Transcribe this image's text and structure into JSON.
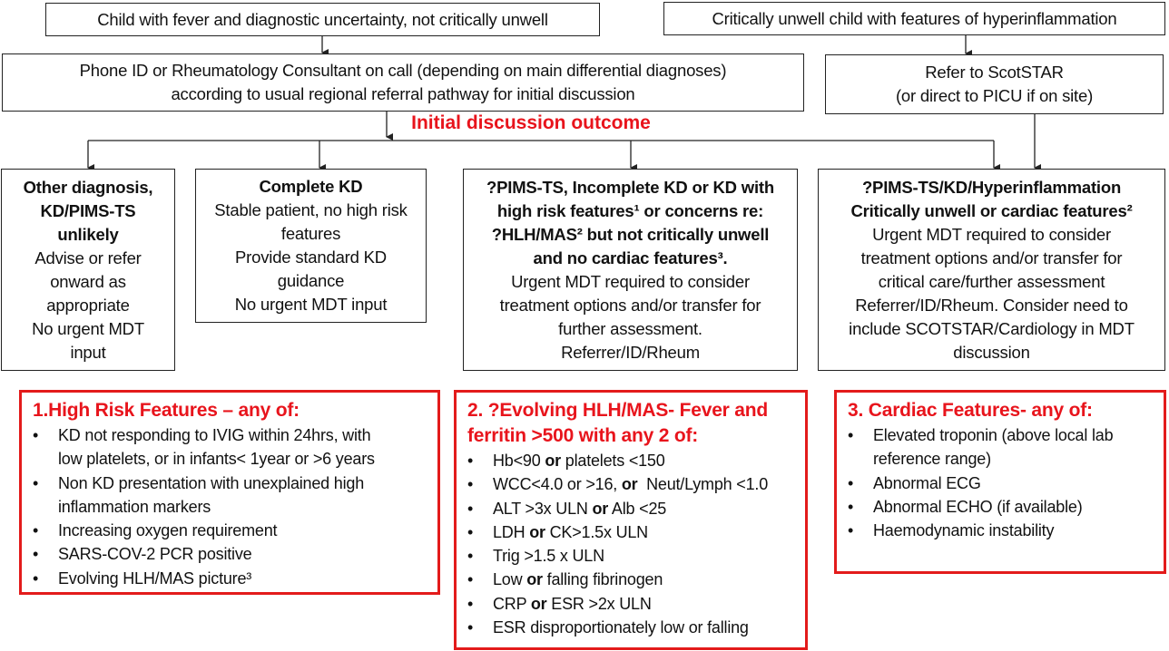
{
  "top_left": {
    "lines": [
      {
        "t": "Child with fever and diagnostic uncertainty, not critically unwell",
        "b": false
      }
    ]
  },
  "top_right": {
    "lines": [
      {
        "t": "Critically unwell child with features of hyperinflammation",
        "b": false
      }
    ]
  },
  "phone": {
    "lines": [
      {
        "t": "Phone ID or Rheumatology Consultant on call (depending on main differential diagnoses)",
        "b": false
      },
      {
        "t": "according to usual regional referral pathway for initial discussion",
        "b": false
      }
    ]
  },
  "scotstar": {
    "lines": [
      {
        "t": "Refer to ScotSTAR",
        "b": false
      },
      {
        "t": "(or direct to PICU if on site)",
        "b": false
      }
    ]
  },
  "outcome_label": "Initial discussion outcome",
  "other": {
    "lines": [
      {
        "t": "Other diagnosis,",
        "b": true
      },
      {
        "t": "KD/PIMS-TS",
        "b": true
      },
      {
        "t": "unlikely",
        "b": true
      },
      {
        "t": "Advise or refer",
        "b": false
      },
      {
        "t": "onward as",
        "b": false
      },
      {
        "t": "appropriate",
        "b": false
      },
      {
        "t": "No urgent MDT",
        "b": false
      },
      {
        "t": "input",
        "b": false
      }
    ]
  },
  "complete_kd": {
    "lines": [
      {
        "t": "Complete KD",
        "b": true
      },
      {
        "t": "Stable patient, no high risk",
        "b": false
      },
      {
        "t": "features",
        "b": false
      },
      {
        "t": "Provide standard KD",
        "b": false
      },
      {
        "t": "guidance",
        "b": false
      },
      {
        "t": "No urgent MDT input",
        "b": false
      }
    ]
  },
  "pims": {
    "lines": [
      {
        "t": "?PIMS-TS, Incomplete KD or KD with",
        "b": true
      },
      {
        "t": "high risk features¹ or concerns re:",
        "b": true
      },
      {
        "t": "?HLH/MAS² but not critically unwell",
        "b": true
      },
      {
        "t": "and no cardiac features³.",
        "b": true
      },
      {
        "t": "Urgent MDT required to consider",
        "b": false
      },
      {
        "t": "treatment options and/or transfer for",
        "b": false
      },
      {
        "t": "further assessment.",
        "b": false
      },
      {
        "t": "Referrer/ID/Rheum",
        "b": false
      }
    ]
  },
  "critical": {
    "lines": [
      {
        "t": "?PIMS-TS/KD/Hyperinflammation",
        "b": true
      },
      {
        "t": "Critically unwell or cardiac features²",
        "b": true
      },
      {
        "t": "Urgent MDT required to consider",
        "b": false
      },
      {
        "t": "treatment options and/or transfer for",
        "b": false
      },
      {
        "t": "critical care/further assessment",
        "b": false
      },
      {
        "t": "Referrer/ID/Rheum.  Consider need to",
        "b": false
      },
      {
        "t": "include SCOTSTAR/Cardiology in MDT",
        "b": false
      },
      {
        "t": "discussion",
        "b": false
      }
    ]
  },
  "high_risk": {
    "title": [
      "1.High Risk Features – any of:"
    ],
    "items": [
      [
        {
          "t": "KD not responding to IVIG within 24hrs, with",
          "b": false
        }
      ],
      [
        {
          "t": "low platelets, or in infants< 1year or >6 years",
          "b": false
        }
      ],
      [
        {
          "t": "Non KD presentation with unexplained high",
          "b": false
        }
      ],
      [
        {
          "t": "inflammation markers",
          "b": false
        }
      ],
      [
        {
          "t": "Increasing oxygen requirement",
          "b": false
        }
      ],
      [
        {
          "t": "SARS-COV-2 PCR positive",
          "b": false
        }
      ],
      [
        {
          "t": "Evolving HLH/MAS picture³",
          "b": false
        }
      ]
    ],
    "bullets": [
      true,
      false,
      true,
      false,
      true,
      true,
      true
    ]
  },
  "hlh": {
    "title": [
      "2. ?Evolving HLH/MAS- Fever and",
      "ferritin >500 with any 2 of:"
    ],
    "items": [
      [
        {
          "t": "Hb<90 ",
          "b": false
        },
        {
          "t": "or",
          "b": true
        },
        {
          "t": " platelets <150",
          "b": false
        }
      ],
      [
        {
          "t": "WCC<4.0 or >16, ",
          "b": false
        },
        {
          "t": "or",
          "b": true
        },
        {
          "t": "  Neut/Lymph <1.0",
          "b": false
        }
      ],
      [
        {
          "t": "ALT >3x ULN ",
          "b": false
        },
        {
          "t": "or",
          "b": true
        },
        {
          "t": " Alb <25",
          "b": false
        }
      ],
      [
        {
          "t": "LDH ",
          "b": false
        },
        {
          "t": "or",
          "b": true
        },
        {
          "t": " CK>1.5x ULN",
          "b": false
        }
      ],
      [
        {
          "t": "Trig >1.5 x ULN",
          "b": false
        }
      ],
      [
        {
          "t": "Low ",
          "b": false
        },
        {
          "t": "or",
          "b": true
        },
        {
          "t": " falling fibrinogen",
          "b": false
        }
      ],
      [
        {
          "t": "CRP ",
          "b": false
        },
        {
          "t": "or",
          "b": true
        },
        {
          "t": " ESR >2x ULN",
          "b": false
        }
      ],
      [
        {
          "t": "ESR disproportionately low or falling",
          "b": false
        }
      ]
    ],
    "bullets": [
      true,
      true,
      true,
      true,
      true,
      true,
      true,
      true
    ]
  },
  "cardiac": {
    "title": [
      "3. Cardiac Features- any of:"
    ],
    "items": [
      [
        {
          "t": "Elevated troponin (above local lab",
          "b": false
        }
      ],
      [
        {
          "t": "reference range)",
          "b": false
        }
      ],
      [
        {
          "t": "Abnormal ECG",
          "b": false
        }
      ],
      [
        {
          "t": "Abnormal ECHO (if available)",
          "b": false
        }
      ],
      [
        {
          "t": "Haemodynamic instability",
          "b": false
        }
      ]
    ],
    "bullets": [
      true,
      false,
      true,
      true,
      true
    ]
  },
  "colors": {
    "accent_red": "#e8141c",
    "border": "#222222"
  }
}
